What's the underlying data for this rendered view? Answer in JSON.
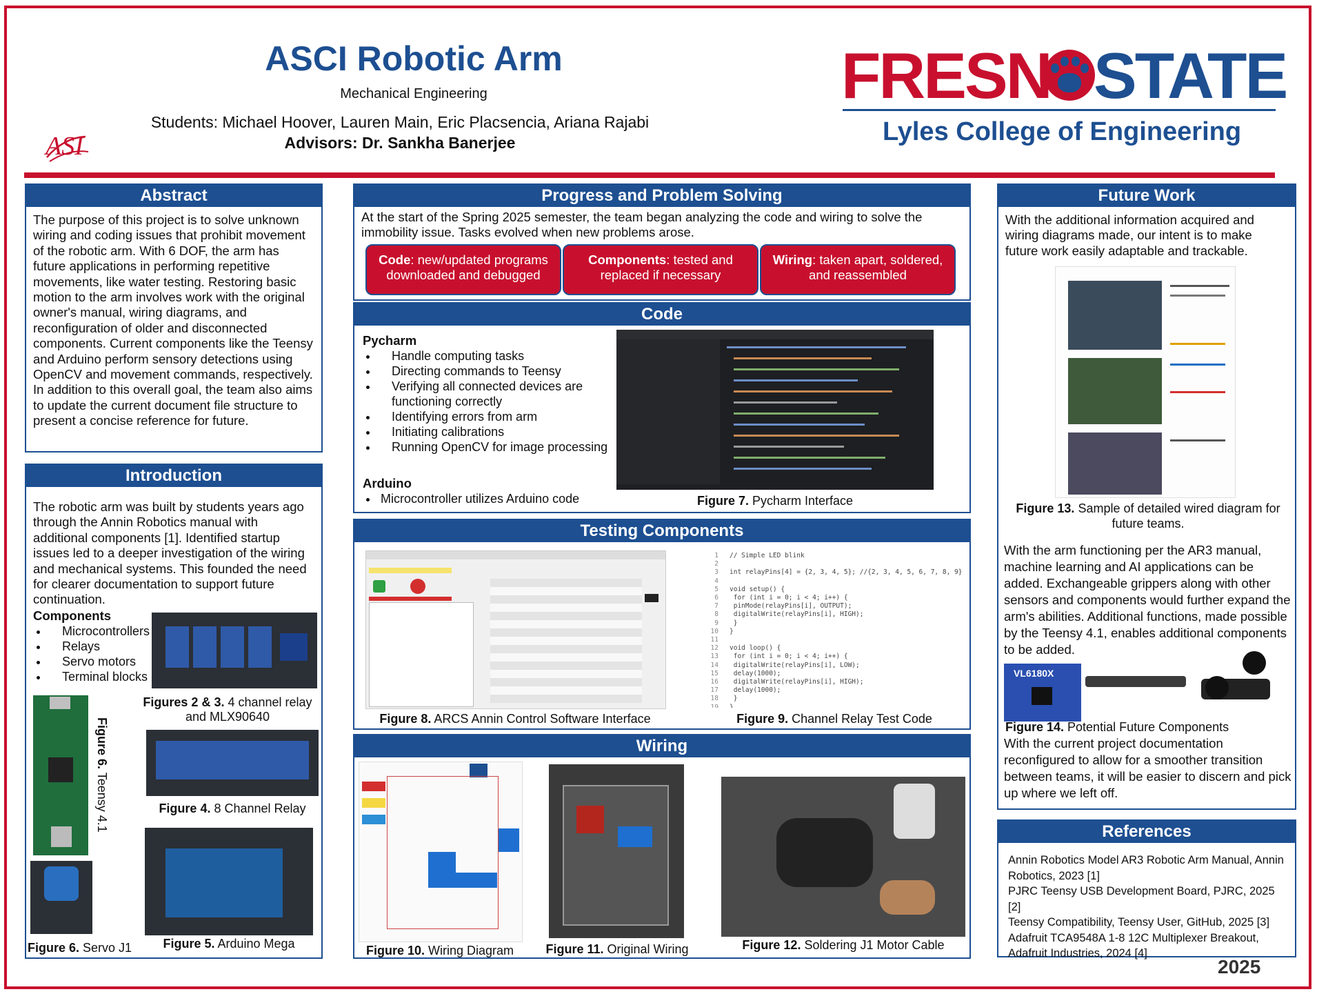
{
  "header": {
    "title": "ASCI Robotic Arm",
    "department": "Mechanical Engineering",
    "students": "Students: Michael Hoover, Lauren Main, Eric Placsencia, Ariana Rajabi",
    "advisors": "Advisors: Dr. Sankha Banerjee",
    "asci_logo": "ASI",
    "fresno_logo_left": "FRESN",
    "fresno_logo_right": "STATE",
    "college": "Lyles College of Engineering"
  },
  "abstract": {
    "heading": "Abstract",
    "text": "The purpose of this project is to solve unknown wiring and coding issues that prohibit movement of the robotic arm. With 6 DOF, the arm has future applications in performing repetitive movements, like water testing. Restoring basic motion to the arm involves work with the original owner's manual, wiring diagrams, and reconfiguration of older and disconnected components. Current components like the Teensy and Arduino perform sensory detections using OpenCV and movement commands, respectively. In addition to this overall goal, the team also aims to update the current document file structure to present a concise reference for future."
  },
  "introduction": {
    "heading": "Introduction",
    "text": "The robotic arm was built by students years ago through the Annin Robotics manual with additional components [1]. Identified startup issues led to a deeper investigation of the wiring and mechanical systems. This founded the need for clearer documentation to support future continuation.",
    "components_heading": "Components",
    "components": [
      "Microcontrollers",
      "Relays",
      "Servo motors",
      "Terminal blocks"
    ],
    "fig23_label": "Figures 2 & 3.",
    "fig23_text": " 4 channel relay and MLX90640",
    "fig4_label": "Figure 4.",
    "fig4_text": " 8 Channel Relay",
    "fig5_label": "Figure 5.",
    "fig5_text": " Arduino Mega",
    "fig6_label": "Figure 6.",
    "fig6_text": " Teensy 4.1",
    "fig6b_label": "Figure 6.",
    "fig6b_text": " Servo J1"
  },
  "progress": {
    "heading": "Progress and Problem Solving",
    "text": "At the start of the Spring 2025 semester, the team began analyzing the code and wiring to solve the immobility issue. Tasks evolved when new problems arose.",
    "boxes": [
      {
        "label": "Code",
        "text": ": new/updated programs downloaded and debugged"
      },
      {
        "label": "Components",
        "text": ": tested and replaced if necessary"
      },
      {
        "label": "Wiring",
        "text": ": taken apart, soldered, and reassembled"
      }
    ]
  },
  "code": {
    "heading": "Code",
    "pycharm_heading": "Pycharm",
    "pycharm_items": [
      "Handle computing tasks",
      "Directing commands to Teensy",
      "Verifying all connected devices are functioning correctly",
      "Identifying errors from arm",
      "Initiating calibrations",
      "Running OpenCV for image processing"
    ],
    "arduino_heading": "Arduino",
    "arduino_items": [
      "Microcontroller utilizes Arduino code"
    ],
    "fig7_label": "Figure 7.",
    "fig7_text": " Pycharm Interface"
  },
  "testing": {
    "heading": "Testing Components",
    "fig8_label": "Figure 8.",
    "fig8_text": " ARCS Annin Control Software Interface",
    "fig9_label": "Figure 9.",
    "fig9_text": " Channel Relay Test Code",
    "code_lines": [
      "// Simple LED blink",
      "",
      "int relayPins[4] = {2, 3, 4, 5};    //{2, 3, 4, 5, 6, 7, 8, 9}",
      "",
      "void setup() {",
      "  for (int i = 0; i < 4; i++) {",
      "    pinMode(relayPins[i], OUTPUT);",
      "    digitalWrite(relayPins[i], HIGH);",
      "  }",
      "}",
      "",
      "void loop() {",
      "  for (int i = 0; i < 4; i++) {",
      "    digitalWrite(relayPins[i], LOW);",
      "    delay(1000);",
      "    digitalWrite(relayPins[i], HIGH);",
      "    delay(1000);",
      "  }",
      "}"
    ]
  },
  "wiring": {
    "heading": "Wiring",
    "fig10_label": "Figure 10.",
    "fig10_text": " Wiring Diagram",
    "fig11_label": "Figure 11.",
    "fig11_text": " Original Wiring",
    "fig12_label": "Figure 12.",
    "fig12_text": " Soldering J1 Motor Cable"
  },
  "future": {
    "heading": "Future Work",
    "text1": "With the additional information acquired and wiring diagrams made, our intent is to make future work easily adaptable and trackable.",
    "fig13_label": "Figure 13.",
    "fig13_text": " Sample of detailed wired diagram for future teams.",
    "text2": "With the arm functioning per the AR3 manual, machine learning and AI applications can be added. Exchangeable grippers along with other sensors and components would further expand the arm's abilities. Additional functions, made possible by the Teensy 4.1, enables additional components to be added.",
    "fig14_label": "Figure 14.",
    "fig14_text": " Potential Future Components",
    "text3": "With the current project documentation reconfigured to allow for a smoother transition between teams, it will be easier to discern and pick up where we left off.",
    "sensor_label": "VL6180X"
  },
  "references": {
    "heading": "References",
    "items": [
      "Annin Robotics Model AR3 Robotic Arm Manual, Annin Robotics, 2023 [1]",
      "PJRC Teensy USB Development Board, PJRC, 2025 [2]",
      "Teensy Compatibility, Teensy User, GitHub, 2025 [3]",
      "Adafruit TCA9548A 1-8 12C Multiplexer Breakout, Adafruit Industries, 2024 [4]"
    ]
  },
  "year": "2025",
  "colors": {
    "brand_red": "#c8102e",
    "brand_blue": "#1d4f91"
  }
}
